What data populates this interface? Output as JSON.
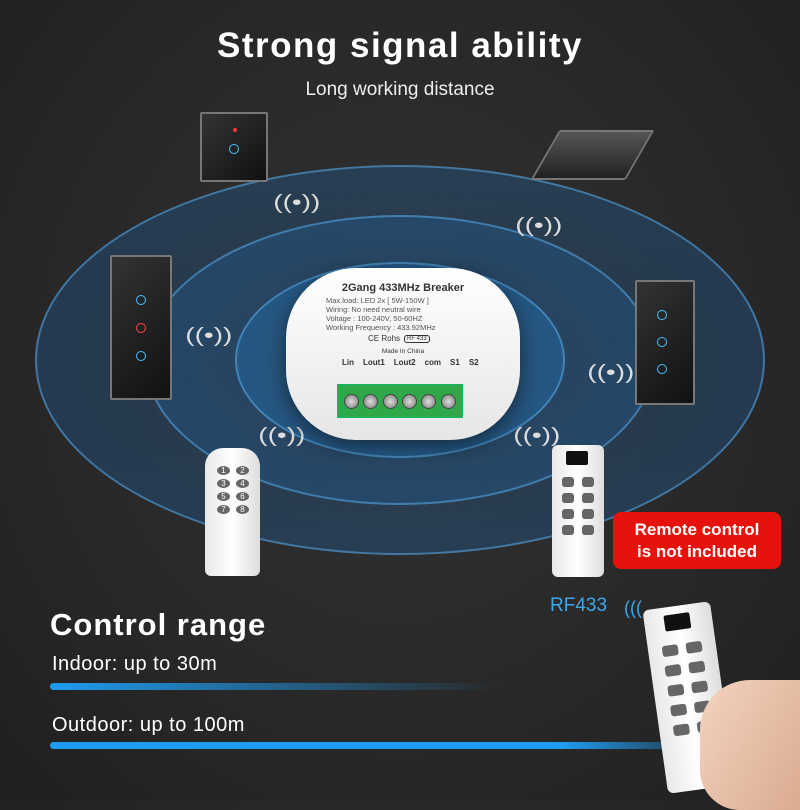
{
  "header": {
    "title": "Strong signal ability",
    "subtitle": "Long working distance"
  },
  "device": {
    "title": "2Gang 433MHz Breaker",
    "specs": [
      "Max.load: LED 2x [ 5W-150W ]",
      "Wiring: No need neutral wire",
      "Voltage : 100-240V, 50-60HZ",
      "Working Frequency : 433.92MHz"
    ],
    "marks": "CE  Rohs",
    "rf_badge": "RF 433",
    "origin": "Made In China",
    "terminals": [
      "Lin",
      "Lout1",
      "Lout2",
      "com",
      "S1",
      "S2"
    ]
  },
  "badge": {
    "line1": "Remote control",
    "line2": "is not included",
    "color": "#e8120c"
  },
  "rf_label": "RF433",
  "range": {
    "title": "Control range",
    "indoor": "Indoor: up to 30m",
    "outdoor": "Outdoor: up to 100m",
    "accent": "#1e9cf0"
  },
  "remote_keys": [
    "1",
    "2",
    "3",
    "4",
    "5",
    "6",
    "7",
    "8"
  ]
}
